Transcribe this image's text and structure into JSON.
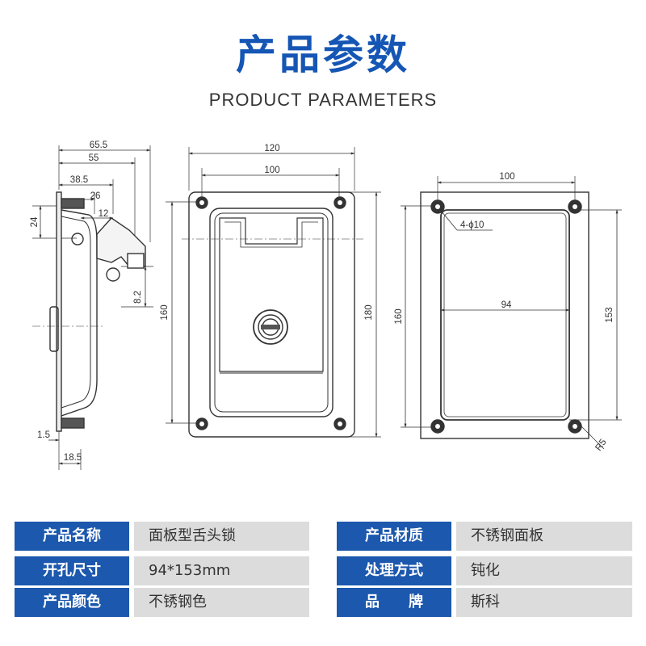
{
  "header": {
    "title": "产品参数",
    "subtitle": "PRODUCT PARAMETERS"
  },
  "drawing": {
    "side_view": {
      "dim_65_5": "65.5",
      "dim_55": "55",
      "dim_38_5": "38.5",
      "dim_26": "26",
      "dim_12": "12",
      "dim_24": "24",
      "dim_8_2": "8.2",
      "dim_1_5": "1.5",
      "dim_18_5": "18.5"
    },
    "front_view": {
      "dim_120": "120",
      "dim_100": "100",
      "dim_160": "160",
      "dim_180": "180"
    },
    "cutout_view": {
      "dim_100": "100",
      "dim_hole": "4-ϕ10",
      "dim_94": "94",
      "dim_160": "160",
      "dim_153": "153",
      "dim_r5": "R5"
    }
  },
  "params": {
    "left": [
      {
        "label": "产品名称",
        "value": "面板型舌头锁"
      },
      {
        "label": "开孔尺寸",
        "value": "94*153mm"
      },
      {
        "label": "产品颜色",
        "value": "不锈钢色"
      }
    ],
    "right": [
      {
        "label": "产品材质",
        "value": "不锈钢面板"
      },
      {
        "label": "处理方式",
        "value": "钝化"
      },
      {
        "label": "品　　牌",
        "value": "斯科"
      }
    ]
  },
  "colors": {
    "title_blue": "#1556b5",
    "label_bg": "#1c58ad",
    "value_bg": "#dcdcdc",
    "line": "#333333"
  }
}
